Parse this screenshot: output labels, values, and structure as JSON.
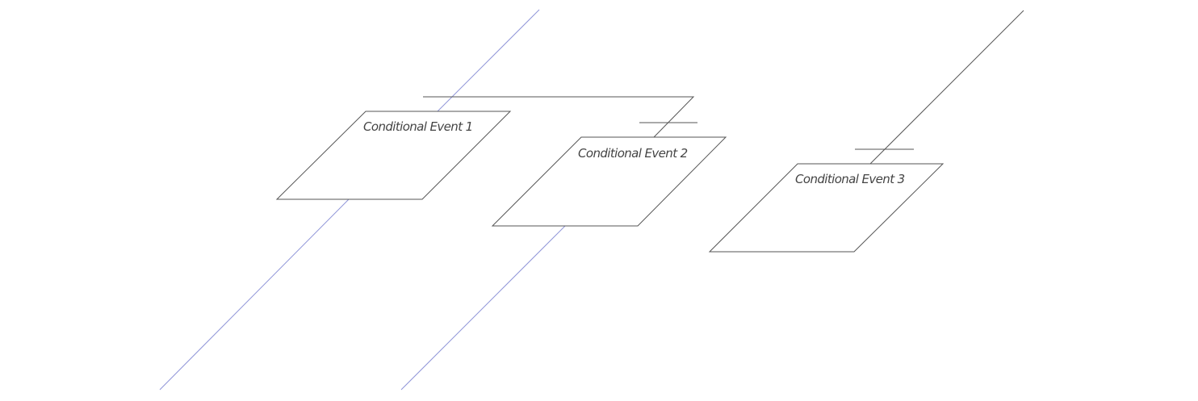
{
  "diagram": {
    "nodes": [
      {
        "id": "event-1",
        "label": "Conditional Event 1"
      },
      {
        "id": "event-2",
        "label": "Conditional Event 2"
      },
      {
        "id": "event-3",
        "label": "Conditional Event 3"
      }
    ],
    "colors": {
      "shape_stroke": "#555555",
      "flow_line": "#8f95d8",
      "connector_line": "#555555",
      "label_text": "#444444",
      "background": "#ffffff"
    }
  }
}
